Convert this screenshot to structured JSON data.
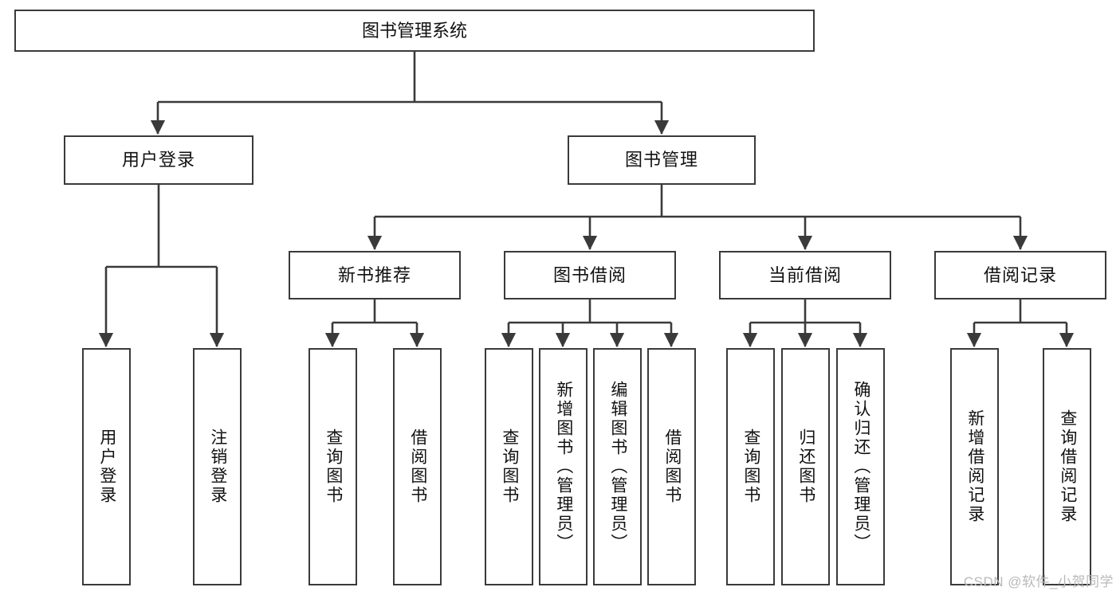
{
  "diagram": {
    "title": "图书管理系统",
    "type": "tree-hierarchy",
    "watermark": "CSDN @软件_小贺同学",
    "colors": {
      "box_border": "#3a3a3a",
      "box_fill": "#ffffff",
      "edge": "#3a3a3a",
      "text": "#111111",
      "watermark": "#b9b9b9",
      "background": "#ffffff"
    }
  },
  "nodes": {
    "root": {
      "label": "图书管理系统"
    },
    "level2": [
      {
        "id": "user-login",
        "label": "用户登录"
      },
      {
        "id": "book-manage",
        "label": "图书管理"
      }
    ],
    "level3": [
      {
        "id": "new-book-recommend",
        "label": "新书推荐"
      },
      {
        "id": "book-borrow",
        "label": "图书借阅"
      },
      {
        "id": "current-borrow",
        "label": "当前借阅"
      },
      {
        "id": "borrow-record",
        "label": "借阅记录"
      }
    ],
    "leaves": {
      "user-login": [
        {
          "id": "leaf-user-login",
          "label": "用户登录"
        },
        {
          "id": "leaf-logout-login",
          "label": "注销登录"
        }
      ],
      "new-book-recommend": [
        {
          "id": "leaf-query-book-1",
          "label": "查询图书"
        },
        {
          "id": "leaf-borrow-book-1",
          "label": "借阅图书"
        }
      ],
      "book-borrow": [
        {
          "id": "leaf-query-book-2",
          "label": "查询图书"
        },
        {
          "id": "leaf-add-book-admin",
          "label": "新增图书（管理员）"
        },
        {
          "id": "leaf-edit-book-admin",
          "label": "编辑图书（管理员）"
        },
        {
          "id": "leaf-borrow-book-2",
          "label": "借阅图书"
        }
      ],
      "current-borrow": [
        {
          "id": "leaf-query-book-3",
          "label": "查询图书"
        },
        {
          "id": "leaf-return-book",
          "label": "归还图书"
        },
        {
          "id": "leaf-confirm-return-admin",
          "label": "确认归还（管理员）"
        }
      ],
      "borrow-record": [
        {
          "id": "leaf-add-borrow-record",
          "label": "新增借阅记录"
        },
        {
          "id": "leaf-query-borrow-record",
          "label": "查询借阅记录"
        }
      ]
    }
  }
}
